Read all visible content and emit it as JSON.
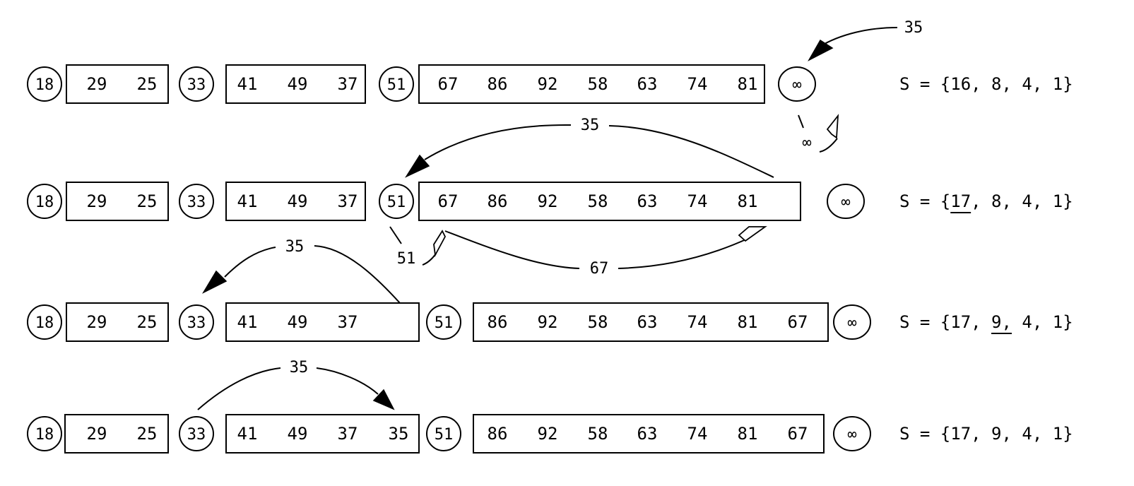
{
  "rows": [
    {
      "items": [
        {
          "kind": "circle",
          "text": "18"
        },
        {
          "kind": "box",
          "values": [
            "29",
            "25"
          ]
        },
        {
          "kind": "circle",
          "text": "33"
        },
        {
          "kind": "box",
          "values": [
            "41",
            "49",
            "37"
          ]
        },
        {
          "kind": "circle",
          "text": "51"
        },
        {
          "kind": "box",
          "values": [
            "67",
            "86",
            "92",
            "58",
            "63",
            "74",
            "81"
          ]
        },
        {
          "kind": "circle",
          "text": "∞"
        }
      ],
      "set": {
        "prefix": "S = {",
        "parts": [
          "16",
          "8",
          "4",
          "1"
        ],
        "suffix": "}",
        "underlined": -1
      }
    },
    {
      "items": [
        {
          "kind": "circle",
          "text": "18"
        },
        {
          "kind": "box",
          "values": [
            "29",
            "25"
          ]
        },
        {
          "kind": "circle",
          "text": "33"
        },
        {
          "kind": "box",
          "values": [
            "41",
            "49",
            "37"
          ]
        },
        {
          "kind": "circle",
          "text": "51"
        },
        {
          "kind": "box",
          "values": [
            "67",
            "86",
            "92",
            "58",
            "63",
            "74",
            "81"
          ]
        },
        {
          "kind": "circle",
          "text": "∞"
        }
      ],
      "set": {
        "prefix": "S = {",
        "parts": [
          "17",
          "8",
          "4",
          "1"
        ],
        "suffix": "}",
        "underlined": 0
      }
    },
    {
      "items": [
        {
          "kind": "circle",
          "text": "18"
        },
        {
          "kind": "box",
          "values": [
            "29",
            "25"
          ]
        },
        {
          "kind": "circle",
          "text": "33"
        },
        {
          "kind": "box",
          "values": [
            "41",
            "49",
            "37"
          ]
        },
        {
          "kind": "circle",
          "text": "51"
        },
        {
          "kind": "box",
          "values": [
            "86",
            "92",
            "58",
            "63",
            "74",
            "81",
            "67"
          ]
        },
        {
          "kind": "circle",
          "text": "∞"
        }
      ],
      "set": {
        "prefix": "S = {",
        "parts": [
          "17",
          "9",
          "4",
          "1"
        ],
        "suffix": "}",
        "underlined": 1
      }
    },
    {
      "items": [
        {
          "kind": "circle",
          "text": "18"
        },
        {
          "kind": "box",
          "values": [
            "29",
            "25"
          ]
        },
        {
          "kind": "circle",
          "text": "33"
        },
        {
          "kind": "box",
          "values": [
            "41",
            "49",
            "37",
            "35"
          ]
        },
        {
          "kind": "circle",
          "text": "51"
        },
        {
          "kind": "box",
          "values": [
            "86",
            "92",
            "58",
            "63",
            "74",
            "81",
            "67"
          ]
        },
        {
          "kind": "circle",
          "text": "∞"
        }
      ],
      "set": {
        "prefix": "S = {",
        "parts": [
          "17",
          "9",
          "4",
          "1"
        ],
        "suffix": "}",
        "underlined": -1
      }
    }
  ],
  "arrows": [
    {
      "label": "35",
      "type": "filled"
    },
    {
      "label": "35",
      "type": "filled"
    },
    {
      "label": "35",
      "type": "filled"
    },
    {
      "label": "35",
      "type": "filled"
    },
    {
      "label": "∞",
      "type": "open"
    },
    {
      "label": "51",
      "type": "open"
    },
    {
      "label": "67",
      "type": "open"
    }
  ]
}
